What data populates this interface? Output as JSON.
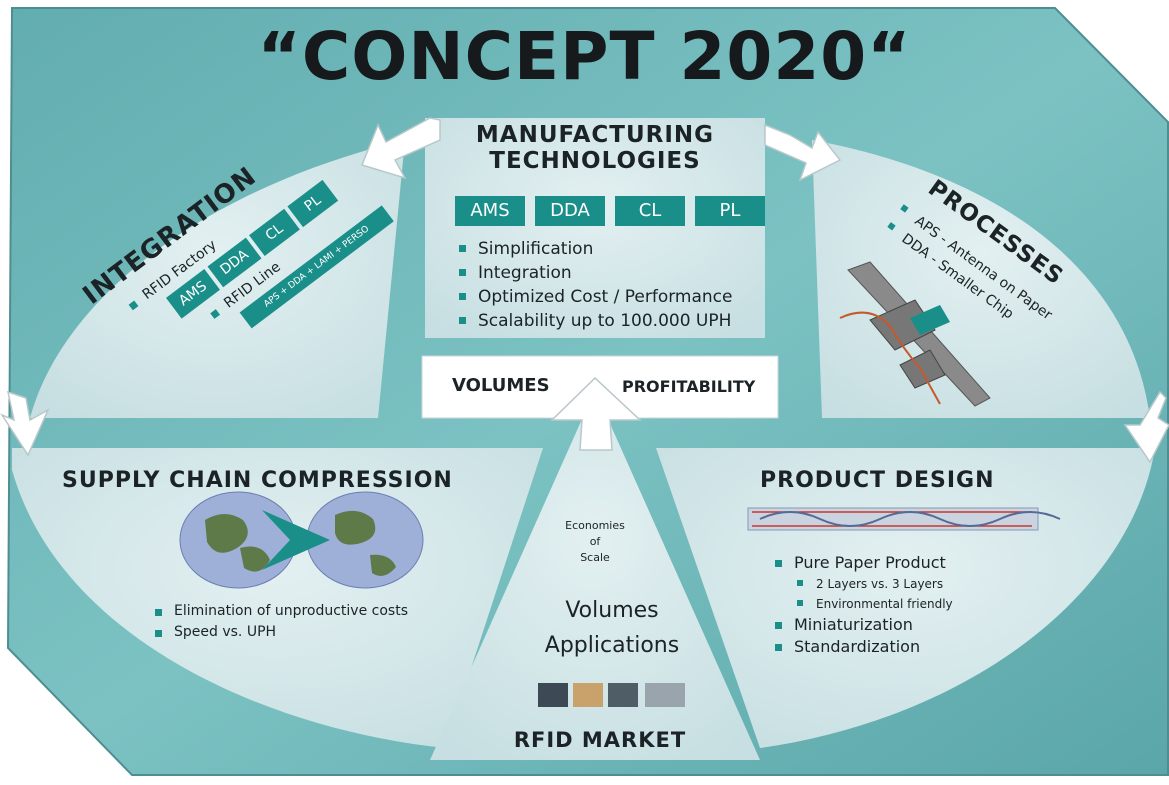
{
  "title": "“CONCEPT 2020“",
  "manufacturing": {
    "heading_line1": "MANUFACTURING",
    "heading_line2": "TECHNOLOGIES",
    "tags": [
      "AMS",
      "DDA",
      "CL",
      "PL"
    ],
    "bullets": [
      "Simplification",
      "Integration",
      "Optimized Cost / Performance",
      "Scalability up to 100.000 UPH"
    ]
  },
  "volumes_box": {
    "left": "VOLUMES",
    "right": "PROFITABILITY"
  },
  "integration": {
    "heading": "INTEGRATION",
    "factory_label": "RFID Factory",
    "factory_tags": [
      "AMS",
      "DDA",
      "CL",
      "PL"
    ],
    "line_label": "RFID Line",
    "line_tag": "APS + DDA + LAMI + PERSO"
  },
  "processes": {
    "heading": "PROCESSES",
    "bullets": [
      "APS - Antenna on Paper",
      "DDA - Smaller Chip"
    ]
  },
  "supply_chain": {
    "heading": "SUPPLY CHAIN COMPRESSION",
    "bullets": [
      "Elimination of unproductive costs",
      "Speed vs. UPH"
    ]
  },
  "market": {
    "economies_line1": "Economies",
    "economies_line2": "of",
    "economies_line3": "Scale",
    "volumes": "Volumes",
    "applications": "Applications",
    "footer": "RFID MARKET"
  },
  "product_design": {
    "heading": "PRODUCT DESIGN",
    "bullets": [
      "Pure Paper Product",
      "Miniaturization",
      "Standardization"
    ],
    "sub_bullets": [
      "2 Layers vs. 3 Layers",
      "Environmental friendly"
    ]
  },
  "colors": {
    "background": "#6fb9bb",
    "panel": "#d5e8ea",
    "accent": "#1a8f8a",
    "text": "#1b2326"
  }
}
